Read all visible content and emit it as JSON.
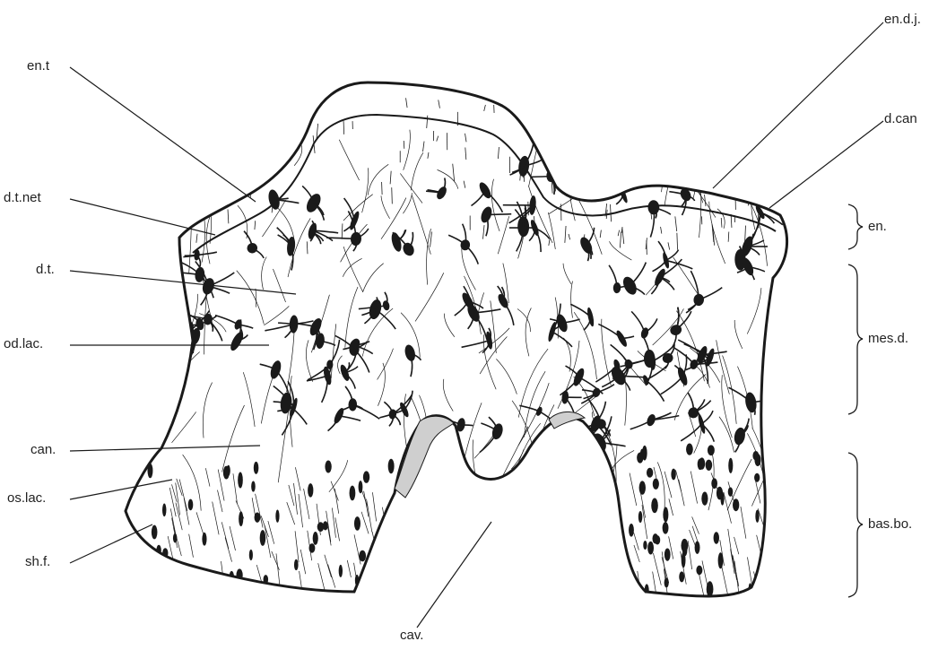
{
  "figure": {
    "labels_left": [
      {
        "id": "en-t",
        "text": "en.t"
      },
      {
        "id": "d-t-net",
        "text": "d.t.net"
      },
      {
        "id": "d-t",
        "text": "d.t."
      },
      {
        "id": "od-lac",
        "text": "od.lac."
      },
      {
        "id": "can",
        "text": "can."
      },
      {
        "id": "os-lac",
        "text": "os.lac."
      },
      {
        "id": "sh-f",
        "text": "sh.f."
      }
    ],
    "labels_right": [
      {
        "id": "en-d-j",
        "text": "en.d.j."
      },
      {
        "id": "d-can",
        "text": "d.can"
      }
    ],
    "labels_bottom": [
      {
        "id": "cav",
        "text": "cav."
      }
    ],
    "zones": [
      {
        "id": "en",
        "text": "en."
      },
      {
        "id": "mes-d",
        "text": "mes.d."
      },
      {
        "id": "bas-bo",
        "text": "bas.bo."
      }
    ],
    "colors": {
      "ink": "#1a1a1a",
      "paper": "#ffffff",
      "stipple": "#8a8a8a"
    }
  }
}
